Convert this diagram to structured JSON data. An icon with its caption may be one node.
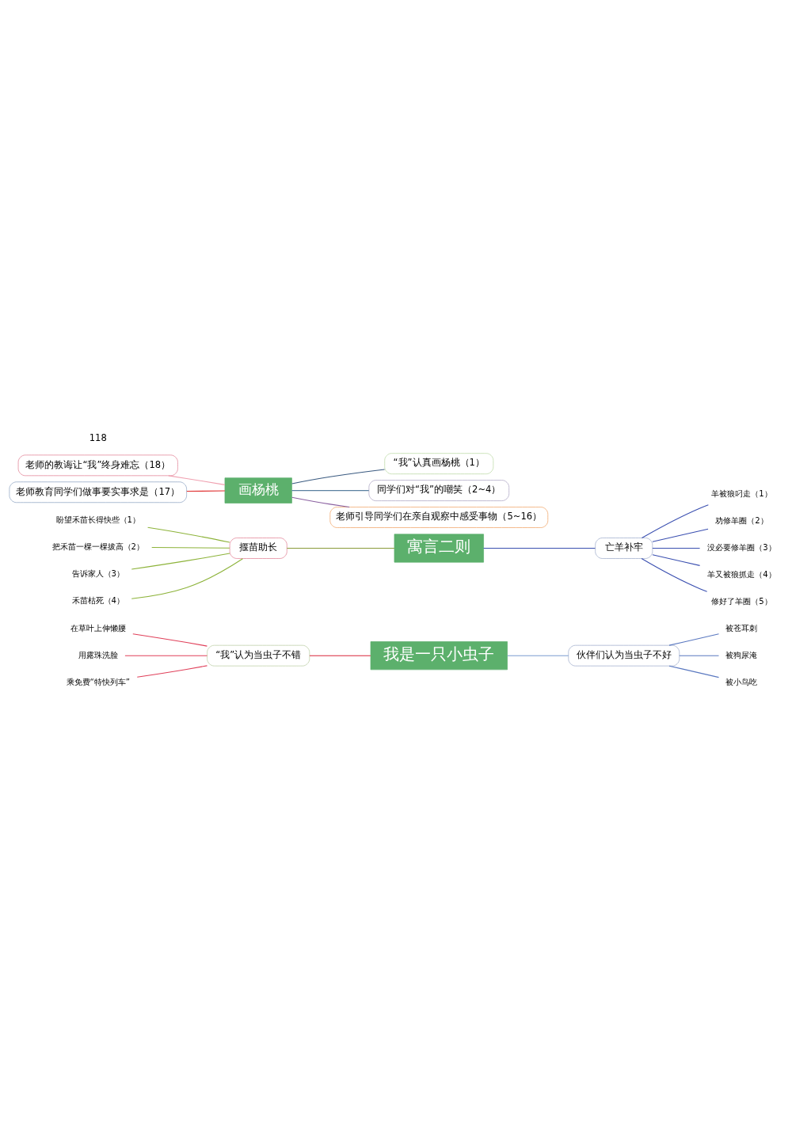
{
  "diagram": {
    "nodes": [
      {
        "text": [
          "在草叶上伸懒腰"
        ]
      },
      {
        "text": [
          "用露珠洗脸"
        ]
      },
      {
        "text": [
          "乘免费“特快列车”"
        ]
      },
      {
        "text": [
          "“我”认为当虫子不错"
        ]
      },
      {
        "text": [
          "我是一只小虫子"
        ]
      },
      {
        "text": [
          "伙伴们认为当虫子不好"
        ]
      },
      {
        "text": [
          "被苍耳刺"
        ]
      },
      {
        "text": [
          "被狗尿淹"
        ]
      },
      {
        "text": [
          "被小鸟吃"
        ]
      },
      {
        "text": [
          "盼望禾苗长得快些（1）"
        ]
      },
      {
        "text": [
          "把禾苗一棵一棵拔高（2）"
        ]
      },
      {
        "text": [
          "告诉家人（3）"
        ]
      },
      {
        "text": [
          "禾苗枯死（4）"
        ]
      },
      {
        "text": [
          "揠苗助长"
        ]
      },
      {
        "text": [
          "寓言二则"
        ]
      },
      {
        "text": [
          "亡羊补牢"
        ]
      },
      {
        "text": [
          "羊被狼叼走（1）"
        ]
      },
      {
        "text": [
          "劝修羊圈（2）"
        ]
      },
      {
        "text": [
          "没必要修羊圈（3）"
        ]
      },
      {
        "text": [
          "羊又被狼抓走（4）"
        ]
      },
      {
        "text": [
          "修好了羊圈（5）"
        ]
      },
      {
        "text": [
          "老师的教诲让“我”终身难忘（18）"
        ]
      },
      {
        "text": [
          "老师教育同学们做事要实事求是（17）"
        ]
      },
      {
        "text": [
          "画杨桃"
        ]
      },
      {
        "text": [
          "“我”认真画杨桃（1）"
        ]
      },
      {
        "text": [
          "同学们对“我”的嘲笑（2~4）"
        ]
      },
      {
        "text": [
          "老师引导同学们在亲自观察中感受事物（5~16）"
        ]
      }
    ],
    "edges": [
      {
        "from": 0,
        "to": 3,
        "arrow": "none",
        "color": "#e0405a"
      },
      {
        "from": 1,
        "to": 3,
        "arrow": "none",
        "color": "#e0405a"
      },
      {
        "from": 2,
        "to": 3,
        "arrow": "none",
        "color": "#e0405a"
      },
      {
        "from": 3,
        "to": 4,
        "arrow": "none",
        "color": "#d9263a"
      },
      {
        "from": 4,
        "to": 5,
        "arrow": "none",
        "color": "#7a9bd0"
      },
      {
        "from": 5,
        "to": 6,
        "arrow": "none",
        "color": "#5a78c0"
      },
      {
        "from": 5,
        "to": 7,
        "arrow": "none",
        "color": "#5a78c0"
      },
      {
        "from": 5,
        "to": 8,
        "arrow": "none",
        "color": "#5a78c0"
      },
      {
        "from": 9,
        "to": 13,
        "arrow": "none",
        "color": "#8db33a"
      },
      {
        "from": 10,
        "to": 13,
        "arrow": "none",
        "color": "#8db33a"
      },
      {
        "from": 11,
        "to": 13,
        "arrow": "none",
        "color": "#8db33a"
      },
      {
        "from": 12,
        "to": 13,
        "arrow": "none",
        "color": "#8db33a"
      },
      {
        "from": 13,
        "to": 14,
        "arrow": "none",
        "color": "#8a9a3a"
      },
      {
        "from": 14,
        "to": 15,
        "arrow": "none",
        "color": "#3a4fb0"
      },
      {
        "from": 15,
        "to": 16,
        "arrow": "none",
        "color": "#3a4fb0"
      },
      {
        "from": 15,
        "to": 17,
        "arrow": "none",
        "color": "#3a4fb0"
      },
      {
        "from": 15,
        "to": 18,
        "arrow": "none",
        "color": "#3a4fb0"
      },
      {
        "from": 15,
        "to": 19,
        "arrow": "none",
        "color": "#3a4fb0"
      },
      {
        "from": 15,
        "to": 20,
        "arrow": "none",
        "color": "#3a4fb0"
      },
      {
        "from": 21,
        "to": 23,
        "arrow": "none",
        "color": "#f0a0b0"
      },
      {
        "from": 22,
        "to": 23,
        "arrow": "none",
        "color": "#e03030"
      },
      {
        "from": 23,
        "to": 24,
        "arrow": "none",
        "color": "#3a5a80"
      },
      {
        "from": 23,
        "to": 25,
        "arrow": "none",
        "color": "#5a80a0"
      },
      {
        "from": 23,
        "to": 26,
        "arrow": "none",
        "color": "#8a60a0"
      }
    ],
    "labels": [
      "118"
    ]
  }
}
